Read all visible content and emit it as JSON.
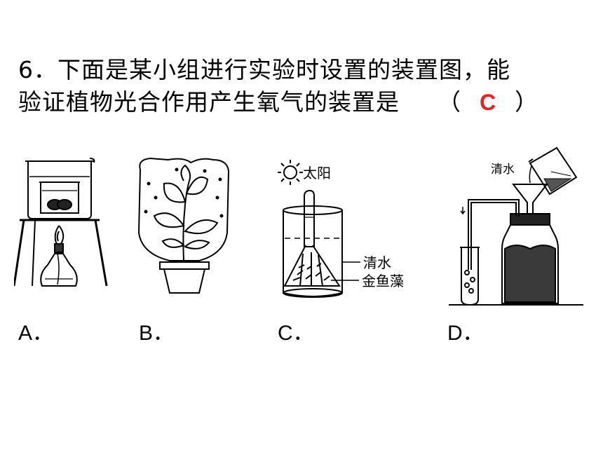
{
  "question": {
    "line1": "6．下面是某小组进行实验时设置的装置图，能",
    "line2": "验证植物光合作用产生氧气的装置是",
    "paren_open": "（",
    "answer": "C",
    "paren_close": "）",
    "answer_color": "#e8231f"
  },
  "options": {
    "a": "A．",
    "b": "B．",
    "c": "C．",
    "d": "D．"
  },
  "figure_c": {
    "sun_label": "太阳",
    "water_label": "清水",
    "plant_label": "金鱼藻"
  },
  "figure_d": {
    "water_label": "清水"
  }
}
